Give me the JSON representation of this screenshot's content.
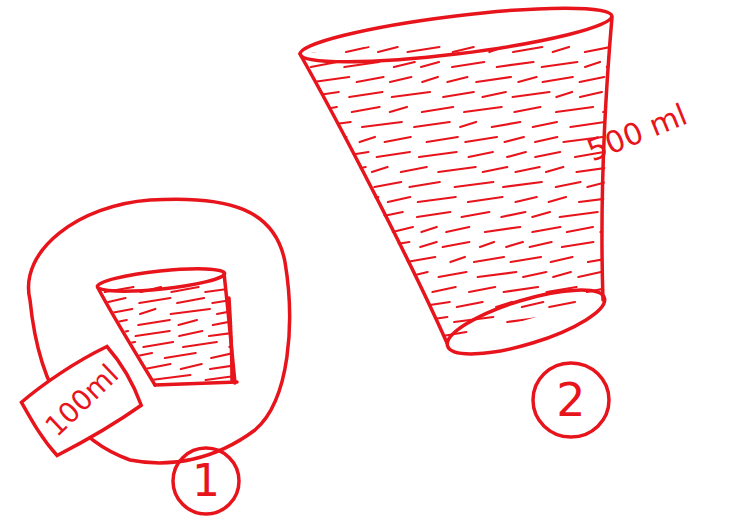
{
  "diagram": {
    "nodes": [
      {
        "text": [
          "100ml"
        ]
      },
      {
        "text": [
          "1"
        ]
      },
      {
        "text": [
          "2"
        ]
      }
    ],
    "labels": [
      "500 ml"
    ]
  }
}
